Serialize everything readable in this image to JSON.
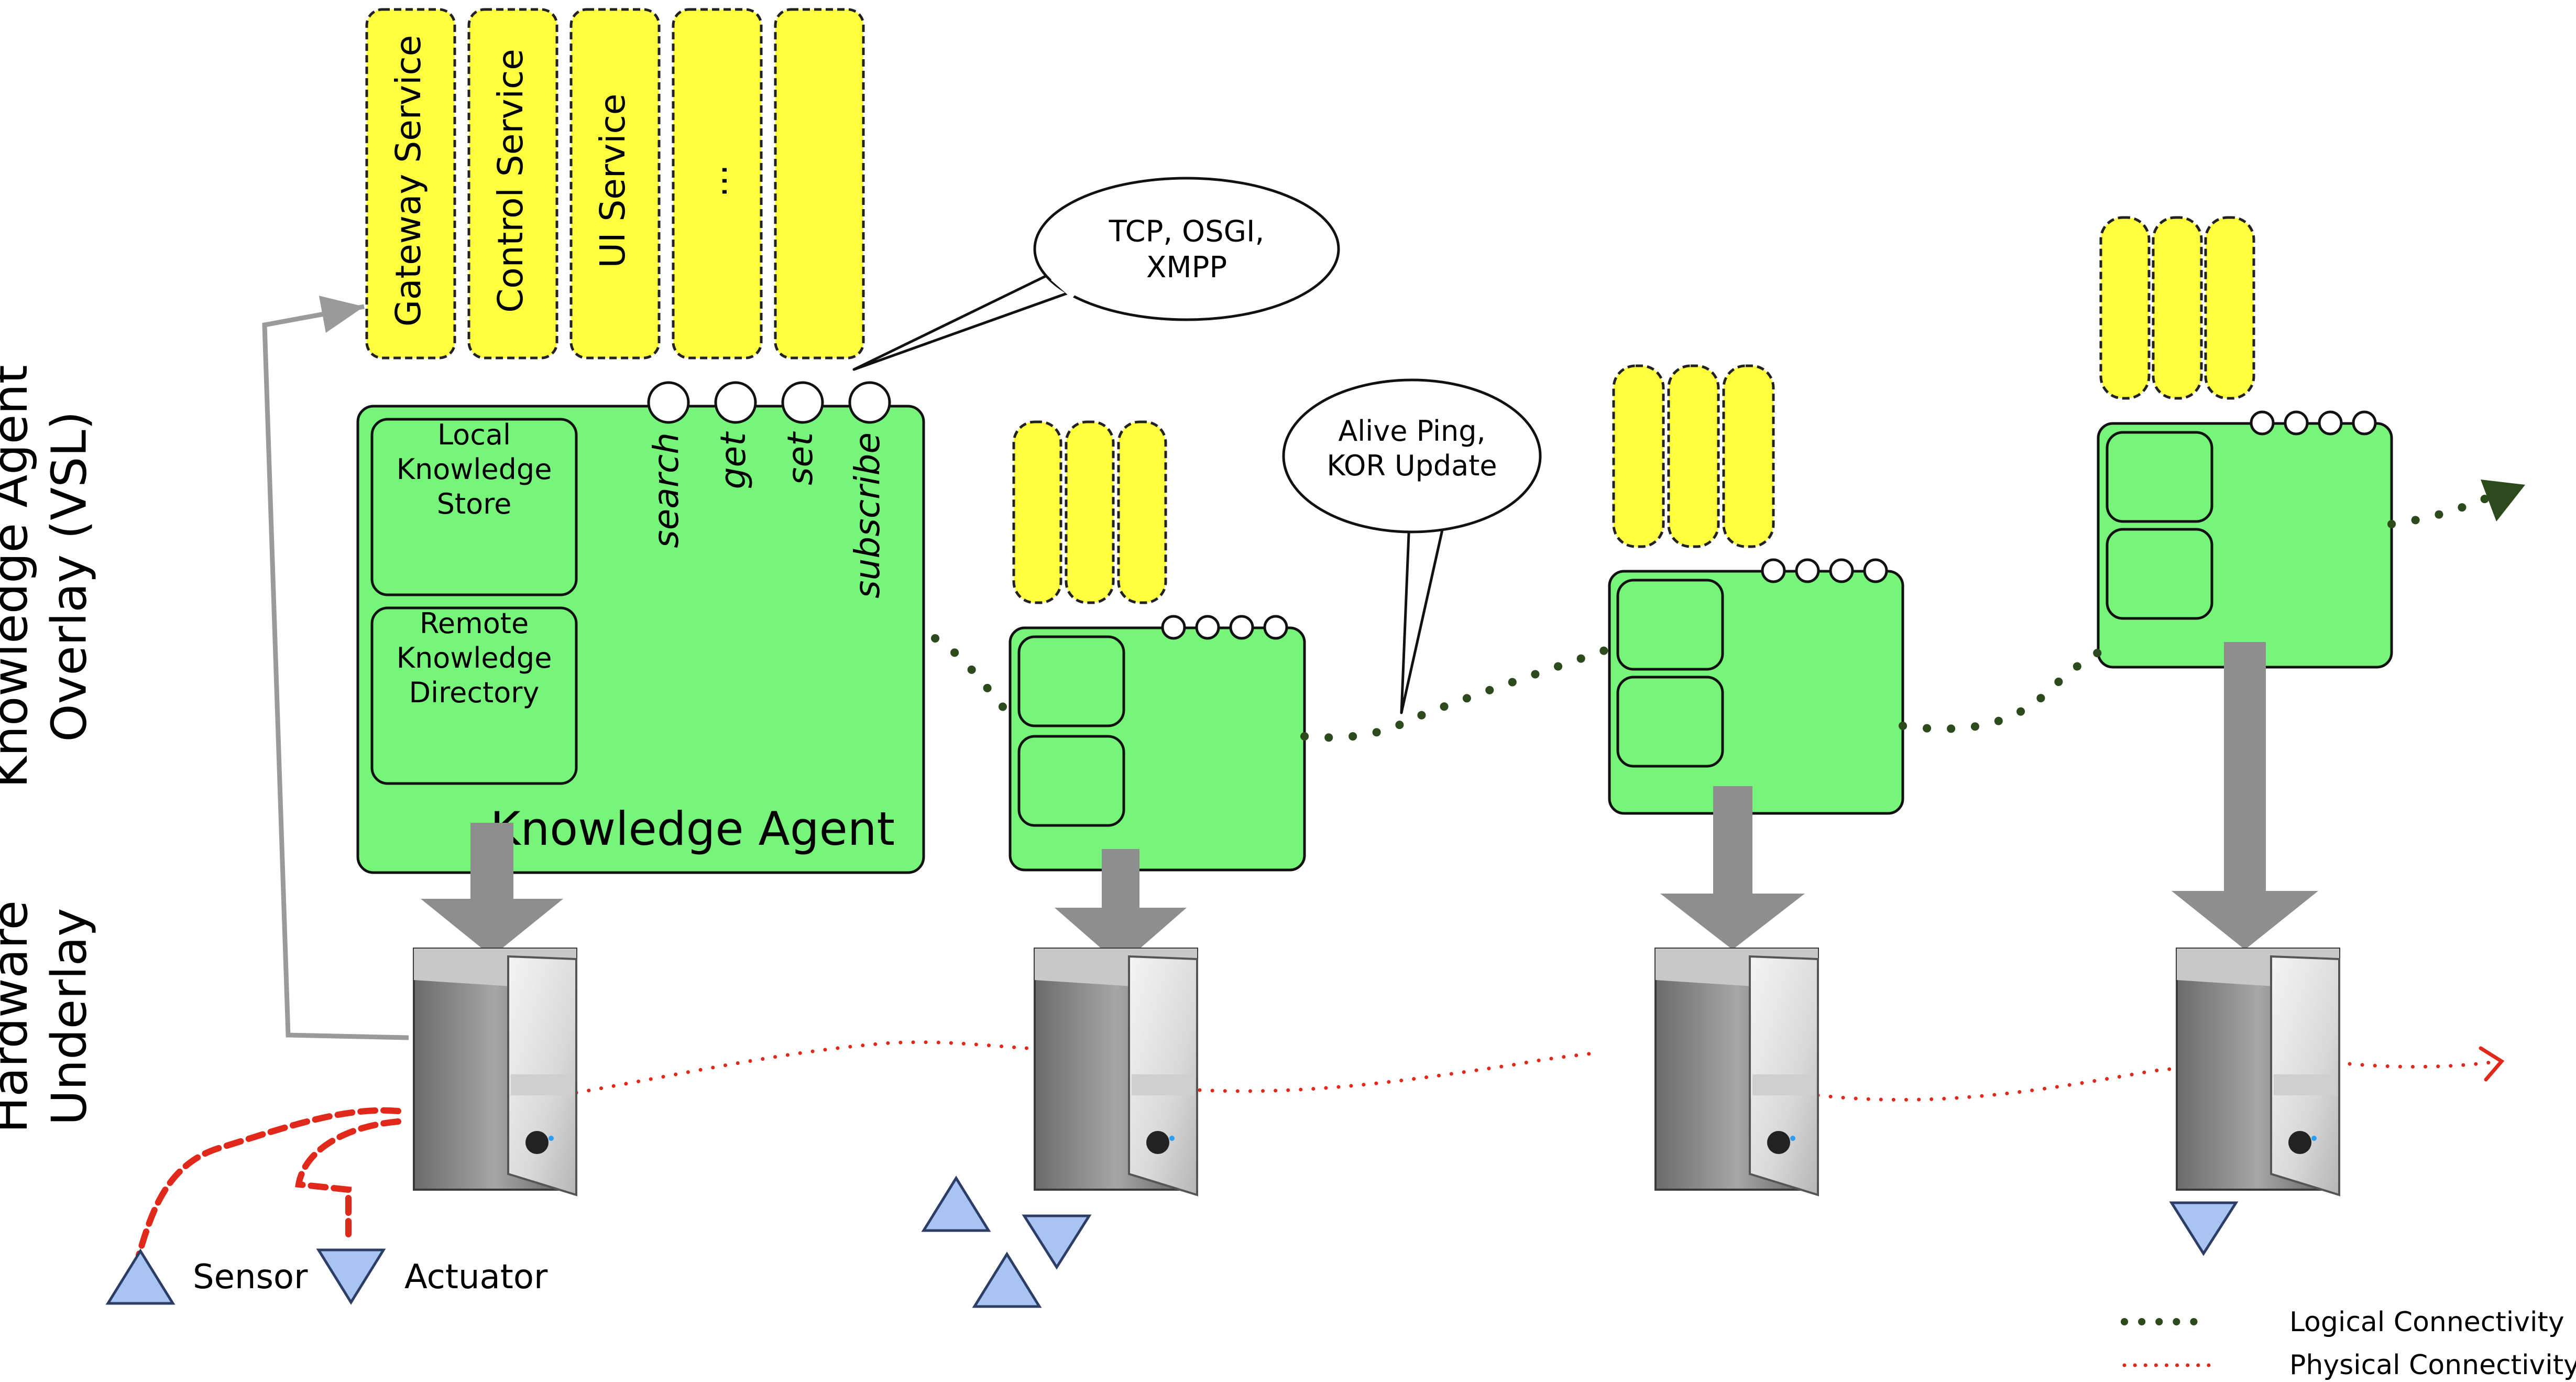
{
  "layers": {
    "overlay": "Knowledge Agent\nOverlay (VSL)",
    "underlay": "Hardware\nUnderlay"
  },
  "services": [
    "Gateway Service",
    "Control Service",
    "UI Service",
    "..."
  ],
  "agent": {
    "title": "Knowledge Agent",
    "local_store": "Local\nKnowledge\nStore",
    "remote_directory": "Remote\nKnowledge\nDirectory",
    "interfaces": [
      "search",
      "get",
      "set",
      "subscribe"
    ]
  },
  "callouts": {
    "protocols": "TCP, OSGI,\nXMPP",
    "ping": "Alive Ping,\nKOR Update"
  },
  "devices": {
    "sensor": "Sensor",
    "actuator": "Actuator"
  },
  "legend": {
    "logical": "Logical Connectivity",
    "physical": "Physical Connectivity"
  },
  "colors": {
    "agent_green": "#77f57a",
    "service_yellow": "#ffff40",
    "logical_link": "#2c4a1c",
    "physical_link": "#e0291a",
    "device_blue": "#a9c4f2",
    "arrow_gray": "#8e8e8e"
  }
}
